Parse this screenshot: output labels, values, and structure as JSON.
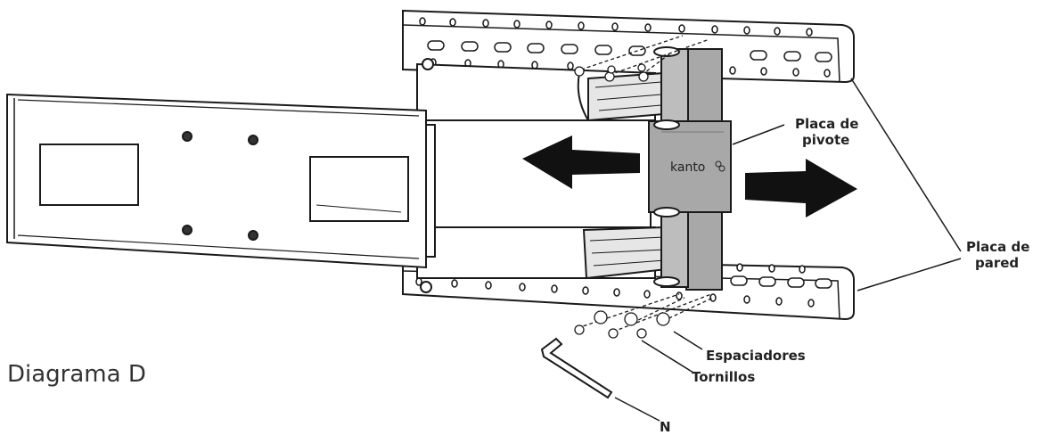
{
  "title": "Diagrama D",
  "brand": "kanto",
  "labels": {
    "pivot_plate_1": "Placa de",
    "pivot_plate_2": "pivote",
    "wall_plate_1": "Placa de",
    "wall_plate_2": "pared",
    "spacers": "Espaciadores",
    "screws": "Tornillos",
    "tool": "N"
  },
  "colors": {
    "line": "#1a1a1a",
    "steel": "#a8a8a8",
    "steel_dark": "#8c8c8c",
    "arrow": "#111111"
  }
}
